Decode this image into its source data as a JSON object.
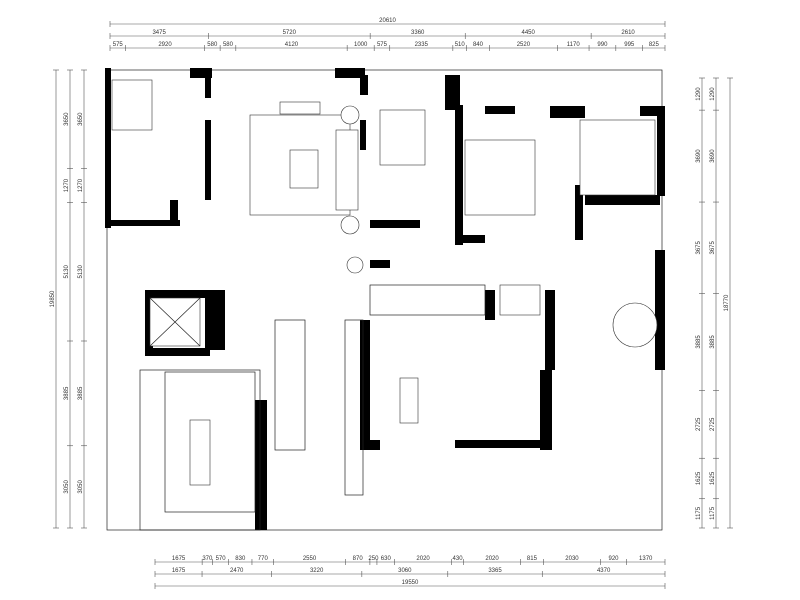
{
  "title": "Floor plan",
  "dimensions": {
    "top_total": "20610",
    "top_row2": [
      "3475",
      "5720",
      "3360",
      "4450",
      "2610"
    ],
    "top_row3": [
      "575",
      "2920",
      "580",
      "580",
      "4120",
      "1000",
      "575",
      "2335",
      "510",
      "840",
      "2520",
      "1170",
      "990",
      "995",
      "825"
    ],
    "bottom_row1": [
      "1675",
      "370",
      "570",
      "830",
      "770",
      "2550",
      "870",
      "250",
      "630",
      "2020",
      "430",
      "2020",
      "815",
      "2030",
      "920",
      "1370"
    ],
    "bottom_row2": [
      "1675",
      "2470",
      "3220",
      "3060",
      "3365",
      "4370"
    ],
    "bottom_total": "19550",
    "left_total": "19850",
    "left_chain": [
      "3650",
      "1270",
      "5130",
      "3885",
      "3050"
    ],
    "right_total": "18770",
    "right_chain": [
      "1290",
      "3690",
      "3675",
      "3885",
      "2725",
      "1625",
      "1175"
    ]
  },
  "colors": {
    "wall": "#000000",
    "line": "#333333"
  }
}
